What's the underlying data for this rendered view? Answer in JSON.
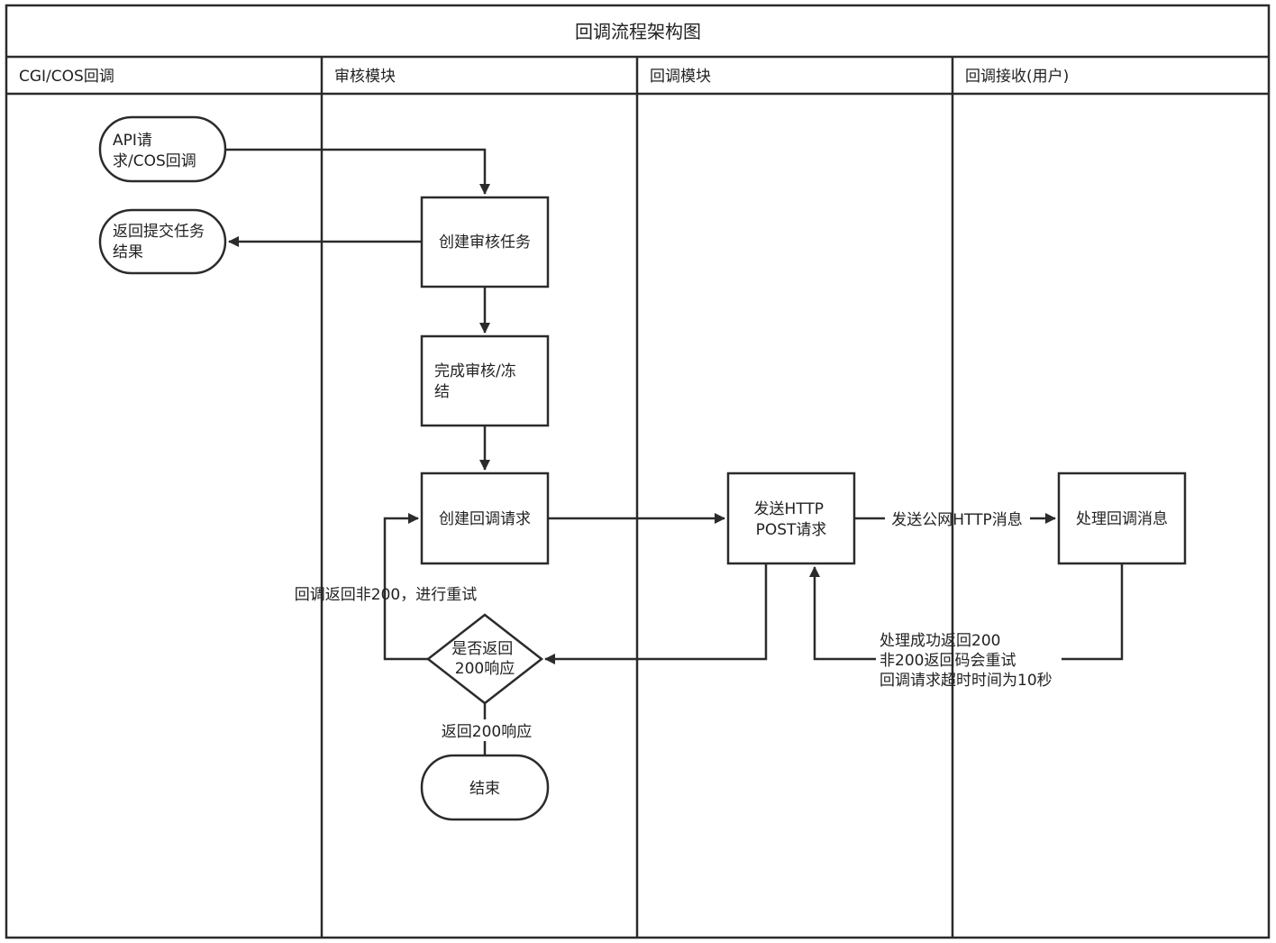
{
  "title": "回调流程架构图",
  "lanes": [
    "CGI/COS回调",
    "审核模块",
    "回调模块",
    "回调接收(用户)"
  ],
  "nodes": {
    "api_request": [
      "API请",
      "求/COS回调"
    ],
    "return_result": [
      "返回提交任务",
      "结果"
    ],
    "create_task": [
      "创建审核任务"
    ],
    "complete_review": [
      "完成审核/冻",
      "结"
    ],
    "create_callback": [
      "创建回调请求"
    ],
    "send_http": [
      "发送HTTP",
      "POST请求"
    ],
    "handle_callback": [
      "处理回调消息"
    ],
    "decision": [
      "是否返回",
      "200响应"
    ],
    "end": [
      "结束"
    ]
  },
  "labels": {
    "retry": "回调返回非200，进行重试",
    "send_public": "发送公网HTTP消息",
    "return_200": "返回200响应",
    "user_note": [
      "处理成功返回200",
      "非200返回码会重试",
      "回调请求超时时间为10秒"
    ]
  },
  "colors": {
    "stroke": "#2b2b2b",
    "text": "#222222",
    "background": "#ffffff"
  }
}
